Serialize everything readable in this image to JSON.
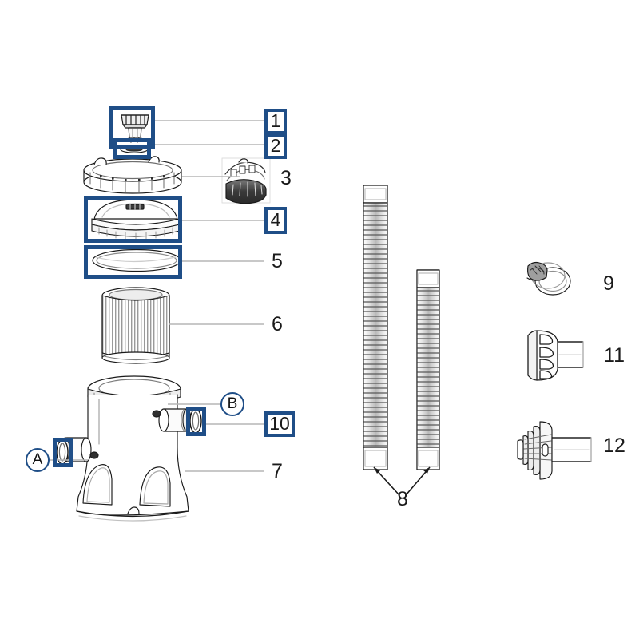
{
  "diagram": {
    "title": "Pool Filter Pump Exploded Parts Diagram",
    "accent_color": "#1f4e87",
    "line_color": "#b5b5b5",
    "ink_color": "#1a1a1a",
    "background": "#ffffff"
  },
  "parts": [
    {
      "id": "1",
      "label": "1",
      "boxed": true,
      "part_name": "air-release-valve",
      "highlighted": true
    },
    {
      "id": "2",
      "label": "2",
      "boxed": true,
      "part_name": "valve-washer",
      "highlighted": true
    },
    {
      "id": "3",
      "label": "3",
      "boxed": false,
      "part_name": "locking-collar-ring",
      "highlighted": false
    },
    {
      "id": "4",
      "label": "4",
      "boxed": true,
      "part_name": "filter-housing-lid",
      "highlighted": true
    },
    {
      "id": "5",
      "label": "5",
      "boxed": false,
      "part_name": "lid-o-ring-gasket",
      "highlighted": true
    },
    {
      "id": "6",
      "label": "6",
      "boxed": false,
      "part_name": "filter-cartridge",
      "highlighted": false
    },
    {
      "id": "7",
      "label": "7",
      "boxed": false,
      "part_name": "pump-housing-body",
      "highlighted": false
    },
    {
      "id": "8",
      "label": "8",
      "boxed": false,
      "part_name": "corrugated-hoses",
      "highlighted": false
    },
    {
      "id": "9",
      "label": "9",
      "boxed": false,
      "part_name": "hose-clamp",
      "highlighted": false
    },
    {
      "id": "10",
      "label": "10",
      "boxed": true,
      "part_name": "inlet-outlet-o-ring",
      "highlighted": true
    },
    {
      "id": "11",
      "label": "11",
      "boxed": false,
      "part_name": "strainer-grate-fitting",
      "highlighted": false
    },
    {
      "id": "12",
      "label": "12",
      "boxed": false,
      "part_name": "threaded-wall-fitting",
      "highlighted": false
    }
  ],
  "callouts": [
    {
      "id": "A",
      "label": "A",
      "refers_to": "inlet-port-o-ring"
    },
    {
      "id": "B",
      "label": "B",
      "refers_to": "outlet-port-o-ring"
    }
  ]
}
